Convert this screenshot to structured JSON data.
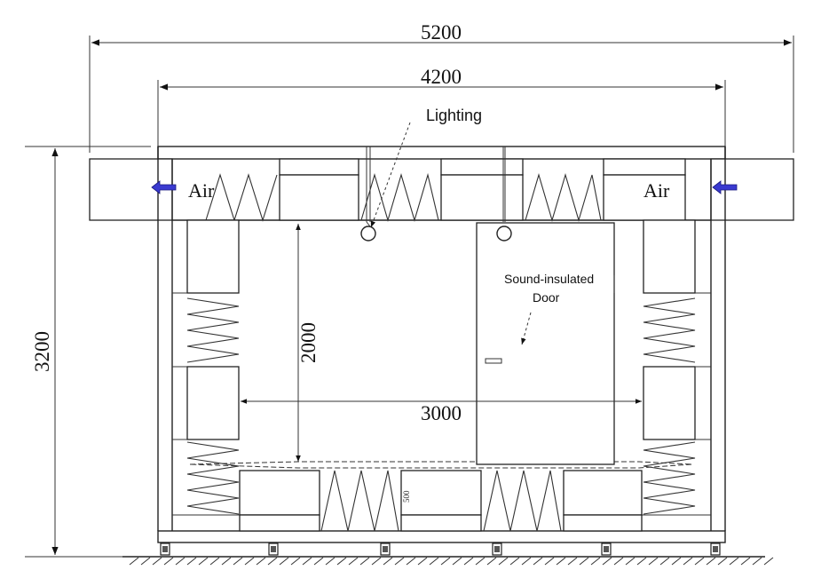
{
  "dimensions": {
    "outer_width": "5200",
    "inner_width": "4200",
    "height": "3200",
    "inner_height": "2000",
    "inner_length": "3000",
    "small_label": "500"
  },
  "labels": {
    "air_left": "Air",
    "air_right": "Air",
    "lighting": "Lighting",
    "door_line1": "Sound-insulated",
    "door_line2": "Door"
  },
  "colors": {
    "arrow": "#3a3ad0",
    "line": "#222222"
  },
  "icons": {
    "air_arrow": "left-arrow-icon",
    "lamp": "lamp-icon"
  }
}
